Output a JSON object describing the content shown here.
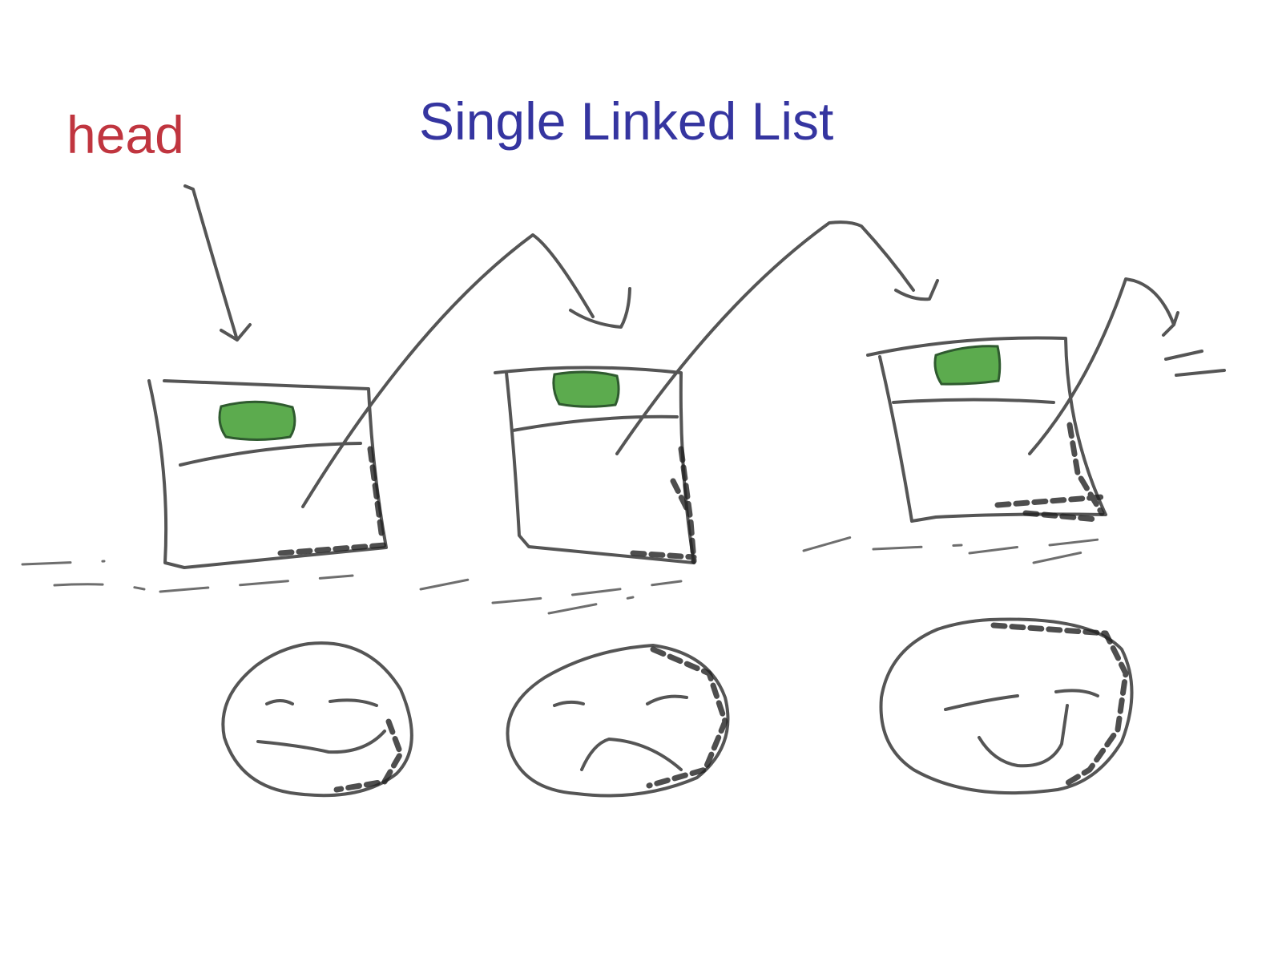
{
  "title": "Single Linked List",
  "head_label": "head",
  "colors": {
    "title": "#3535a0",
    "head": "#c0353f",
    "ink": "#555555",
    "data": "#5cab4e"
  },
  "nodes": [
    {
      "face": "smile"
    },
    {
      "face": "frown"
    },
    {
      "face": "happy"
    }
  ]
}
